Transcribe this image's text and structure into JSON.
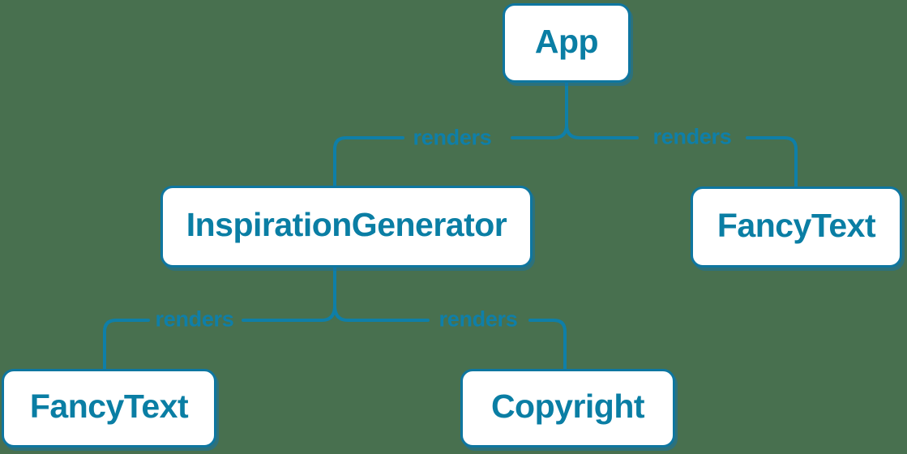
{
  "colors": {
    "background": "#48704F",
    "node_fill": "#FFFFFF",
    "node_border": "#0E76A0",
    "node_text": "#0A7EA4",
    "line": "#0F7FA8",
    "edge_label": "#0F7FA8"
  },
  "diagram": {
    "type": "render-tree",
    "nodes": [
      {
        "id": "app",
        "label": "App"
      },
      {
        "id": "inspiration-generator",
        "label": "InspirationGenerator"
      },
      {
        "id": "fancy-text-top",
        "label": "FancyText"
      },
      {
        "id": "fancy-text-bottom",
        "label": "FancyText"
      },
      {
        "id": "copyright",
        "label": "Copyright"
      }
    ],
    "edges": [
      {
        "from": "App",
        "to": "InspirationGenerator",
        "label": "renders"
      },
      {
        "from": "App",
        "to": "FancyText",
        "label": "renders"
      },
      {
        "from": "InspirationGenerator",
        "to": "FancyText",
        "label": "renders"
      },
      {
        "from": "InspirationGenerator",
        "to": "Copyright",
        "label": "renders"
      }
    ]
  }
}
